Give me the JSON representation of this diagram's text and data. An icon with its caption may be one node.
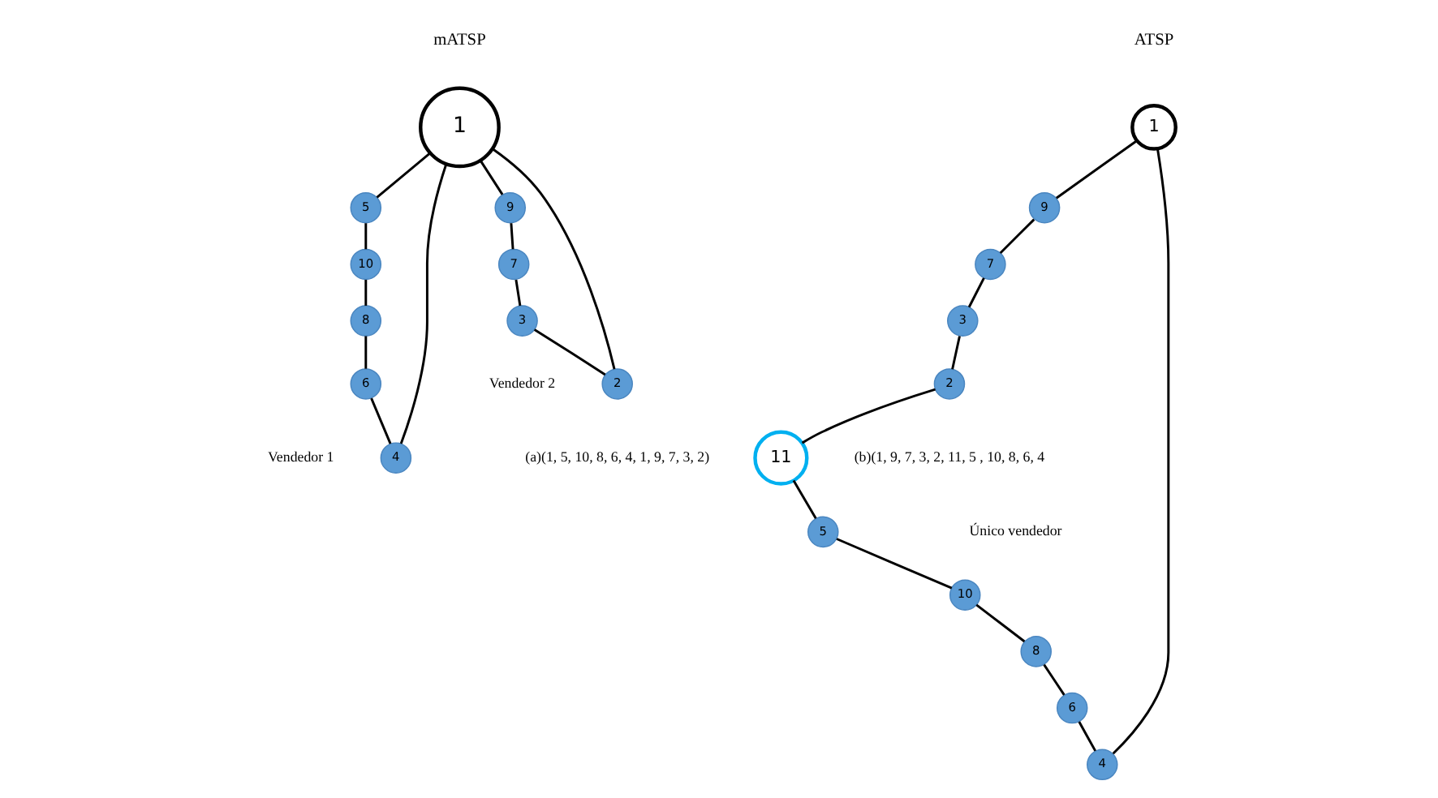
{
  "diagram": {
    "nodes": [
      {
        "text": [
          "1"
        ]
      },
      {
        "text": [
          "5"
        ]
      },
      {
        "text": [
          "10"
        ]
      },
      {
        "text": [
          "8"
        ]
      },
      {
        "text": [
          "6"
        ]
      },
      {
        "text": [
          "4"
        ]
      },
      {
        "text": [
          "9"
        ]
      },
      {
        "text": [
          "7"
        ]
      },
      {
        "text": [
          "3"
        ]
      },
      {
        "text": [
          "2"
        ]
      },
      {
        "text": [
          "1"
        ]
      },
      {
        "text": [
          "9"
        ]
      },
      {
        "text": [
          "7"
        ]
      },
      {
        "text": [
          "3"
        ]
      },
      {
        "text": [
          "2"
        ]
      },
      {
        "text": [
          "11"
        ]
      },
      {
        "text": [
          "5"
        ]
      },
      {
        "text": [
          "10"
        ]
      },
      {
        "text": [
          "8"
        ]
      },
      {
        "text": [
          "6"
        ]
      },
      {
        "text": [
          "4"
        ]
      }
    ],
    "edges": [
      {
        "from": 0,
        "to": 1,
        "arrow": "none"
      },
      {
        "from": 1,
        "to": 2,
        "arrow": "none"
      },
      {
        "from": 2,
        "to": 3,
        "arrow": "none"
      },
      {
        "from": 3,
        "to": 4,
        "arrow": "none"
      },
      {
        "from": 4,
        "to": 5,
        "arrow": "none"
      },
      {
        "from": 5,
        "to": 0,
        "arrow": "none"
      },
      {
        "from": 0,
        "to": 6,
        "arrow": "none"
      },
      {
        "from": 6,
        "to": 7,
        "arrow": "none"
      },
      {
        "from": 7,
        "to": 8,
        "arrow": "none"
      },
      {
        "from": 8,
        "to": 9,
        "arrow": "none"
      },
      {
        "from": 9,
        "to": 0,
        "arrow": "none"
      },
      {
        "from": 10,
        "to": 11,
        "arrow": "none"
      },
      {
        "from": 11,
        "to": 12,
        "arrow": "none"
      },
      {
        "from": 12,
        "to": 13,
        "arrow": "none"
      },
      {
        "from": 13,
        "to": 14,
        "arrow": "none"
      },
      {
        "from": 14,
        "to": 15,
        "arrow": "none"
      },
      {
        "from": 15,
        "to": 16,
        "arrow": "none"
      },
      {
        "from": 16,
        "to": 17,
        "arrow": "none"
      },
      {
        "from": 17,
        "to": 18,
        "arrow": "none"
      },
      {
        "from": 18,
        "to": 19,
        "arrow": "none"
      },
      {
        "from": 19,
        "to": 20,
        "arrow": "none"
      },
      {
        "from": 20,
        "to": 10,
        "arrow": "none"
      }
    ],
    "labels": [
      "mATSP",
      "ATSP",
      "Vendedor 1",
      "Vendedor 2",
      "Único vendedor",
      "(a)(1, 5, 10, 8, 6, 4, 1, 9, 7, 3, 2)",
      "(b)(1, 9, 7, 3, 2, 11, 5 , 10, 8, 6, 4"
    ]
  }
}
